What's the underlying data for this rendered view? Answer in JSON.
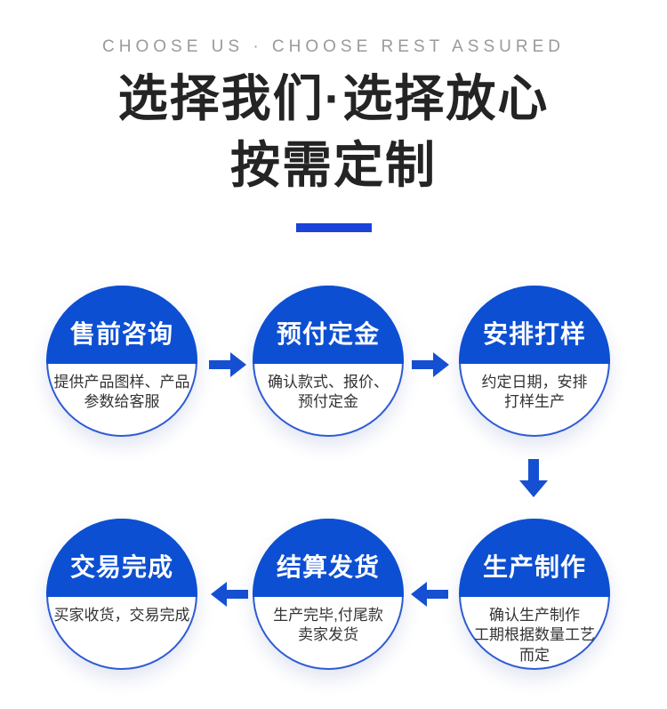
{
  "header": {
    "eyebrow": "CHOOSE US · CHOOSE REST ASSURED",
    "title_line1": "选择我们·选择放心",
    "title_line2": "按需定制"
  },
  "colors": {
    "primary_blue": "#0c4fd2",
    "circle_ring_blue": "#2e5bd4",
    "underline_blue": "#1a43d9",
    "arrow_blue": "#1550d2",
    "heading_text": "#242424",
    "eyebrow_text": "#9a9a9a",
    "description_text": "#333333"
  },
  "icons": {
    "arrow-right-icon": "solid blue right-pointing arrow",
    "arrow-left-icon": "solid blue left-pointing arrow",
    "arrow-down-icon": "solid blue down-pointing arrow"
  },
  "flow": {
    "steps": [
      {
        "order": 1,
        "title": "售前咨询",
        "desc": "提供产品图样、产品\n参数给客服"
      },
      {
        "order": 2,
        "title": "预付定金",
        "desc": "确认款式、报价、\n预付定金"
      },
      {
        "order": 3,
        "title": "安排打样",
        "desc": "约定日期，安排\n打样生产"
      },
      {
        "order": 4,
        "title": "生产制作",
        "desc": "确认生产制作\n工期根据数量工艺\n而定"
      },
      {
        "order": 5,
        "title": "结算发货",
        "desc": "生产完毕,付尾款\n卖家发货"
      },
      {
        "order": 6,
        "title": "交易完成",
        "desc": "买家收货，交易完成"
      }
    ]
  }
}
